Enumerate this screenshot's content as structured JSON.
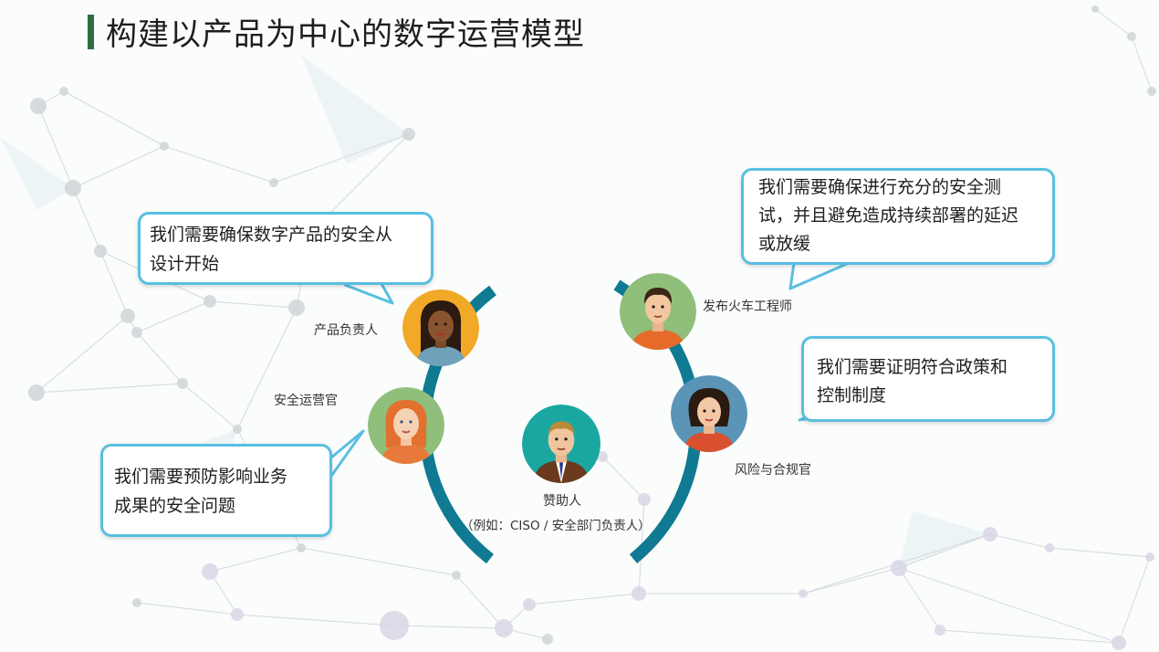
{
  "title": "构建以产品为中心的数字运营模型",
  "bubbles": {
    "product_owner": [
      "我们需要确保数字产品的安全从",
      "设计开始"
    ],
    "sec_ops": [
      "我们需要预防影响业务",
      "成果的安全问题"
    ],
    "release_train": [
      "我们需要确保进行充分的安全测",
      "试，并且避免造成持续部署的延迟",
      "或放缓"
    ],
    "risk": [
      "我们需要证明符合政策和",
      "控制制度"
    ]
  },
  "roles": {
    "product_owner": "产品负责人",
    "sec_ops": "安全运营官",
    "sponsor": "赞助人",
    "sponsor_note": "（例如：CISO / 安全部门负责人）",
    "release_train": "发布火车工程师",
    "risk": "风险与合规官"
  },
  "colors": {
    "accent_green": "#2e6e45",
    "bubble_border": "#59bfe0",
    "ring": "#0f7a92"
  }
}
